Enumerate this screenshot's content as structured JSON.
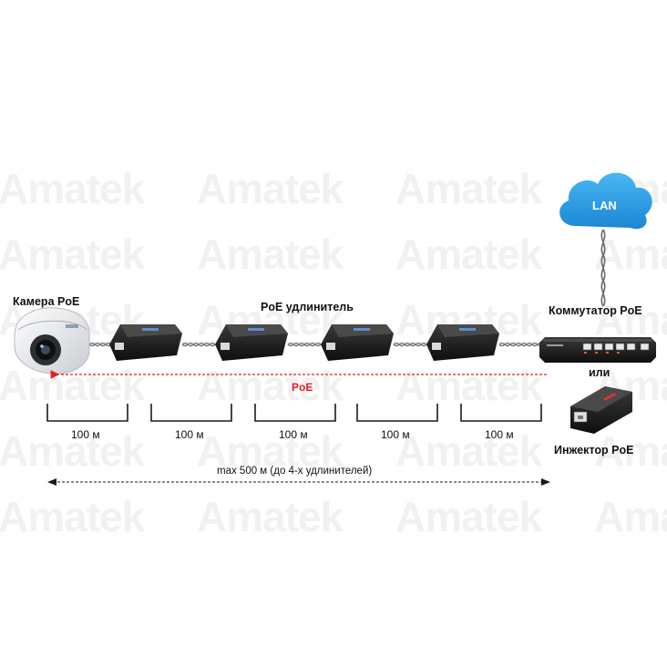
{
  "watermark": {
    "text": "Amatek",
    "color": "#f1f1f1"
  },
  "cloud": {
    "label": "LAN",
    "color": "#2f9ee3"
  },
  "labels": {
    "camera": "Камера PoE",
    "extender": "PoE удлинитель",
    "switch": "Коммутатор PoE",
    "or": "или",
    "injector": "Инжектор PoE",
    "poe_flow": "PoE",
    "total": "max 500 м (до 4-х удлинителей)"
  },
  "segments": [
    "100 м",
    "100 м",
    "100 м",
    "100 м",
    "100 м"
  ],
  "colors": {
    "poe_arrow": "#e31e24",
    "device_body": "#1c1c1c",
    "cable": "#6a6a6a"
  }
}
